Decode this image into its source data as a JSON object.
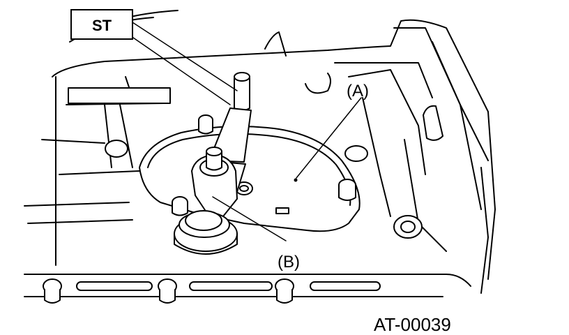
{
  "labels": {
    "tool": "ST",
    "part_a": "(A)",
    "part_b": "(B)",
    "figure_code": "AT-00039"
  }
}
